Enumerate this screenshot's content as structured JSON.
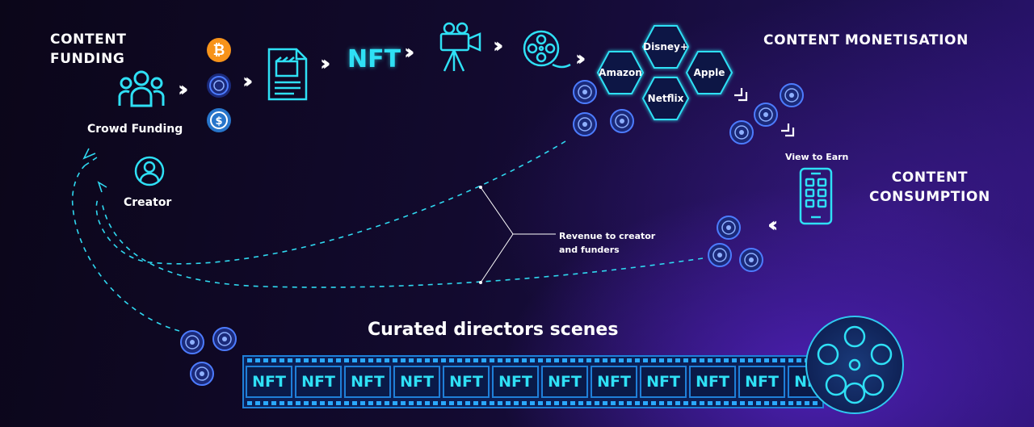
{
  "headings": {
    "content_funding": [
      "CONTENT",
      "FUNDING"
    ],
    "content_monetisation": "CONTENT MONETISATION",
    "content_consumption": [
      "CONTENT",
      "CONSUMPTION"
    ]
  },
  "labels": {
    "crowd_funding": "Crowd Funding",
    "creator": "Creator",
    "view_to_earn": "View to Earn",
    "revenue": [
      "Revenue to creator",
      "and funders"
    ],
    "nft": "NFT"
  },
  "platforms": [
    "Disney+",
    "Amazon",
    "Apple",
    "Netflix"
  ],
  "curated_title": "Curated directors scenes",
  "filmstrip_frames": [
    "NFT",
    "NFT",
    "NFT",
    "NFT",
    "NFT",
    "NFT",
    "NFT",
    "NFT",
    "NFT",
    "NFT",
    "NFT",
    "NFT"
  ],
  "colors": {
    "accent": "#2fe0f5",
    "coin": "#3a6fe0",
    "background": "#120a2e",
    "bitcoin": "#f7931a",
    "usdc": "#2775ca"
  },
  "icons": [
    "users-icon",
    "bitcoin-icon",
    "token-icon",
    "usdc-icon",
    "document-icon",
    "movie-camera-icon",
    "film-reel-icon",
    "user-circle-icon",
    "smartphone-icon"
  ]
}
